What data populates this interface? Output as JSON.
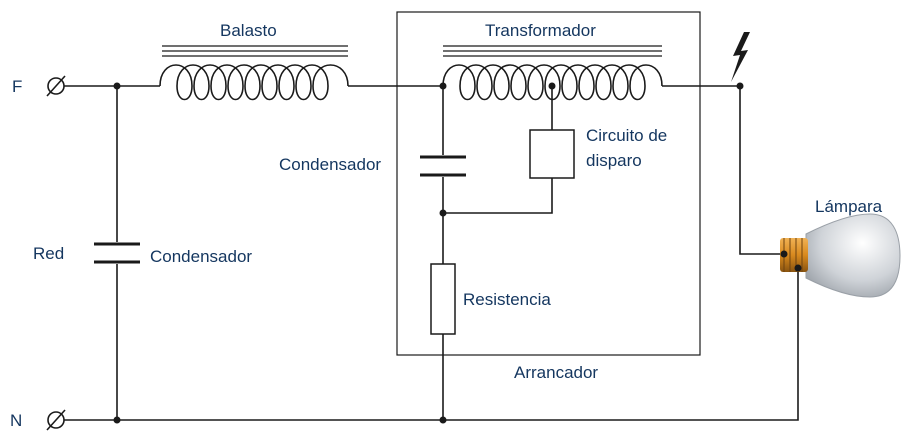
{
  "labels": {
    "phase": "F",
    "neutral": "N",
    "ballast": "Balasto",
    "transformer": "Transformador",
    "network": "Red",
    "capacitor_main": "Condensador",
    "capacitor_starter": "Condensador",
    "trigger_circuit_line1": "Circuito de",
    "trigger_circuit_line2": "disparo",
    "resistor": "Resistencia",
    "starter": "Arrancador",
    "lamp": "Lámpara"
  },
  "colors": {
    "label_text": "#14365f",
    "wire": "#1a1a1a",
    "lamp_base": "#d8891e",
    "lamp_glass": "#cfd3d8"
  },
  "icons": {
    "terminal": "terminal-circle-slash-icon",
    "spark": "lightning-bolt-icon",
    "lamp": "hid-lamp-bulb-icon"
  }
}
